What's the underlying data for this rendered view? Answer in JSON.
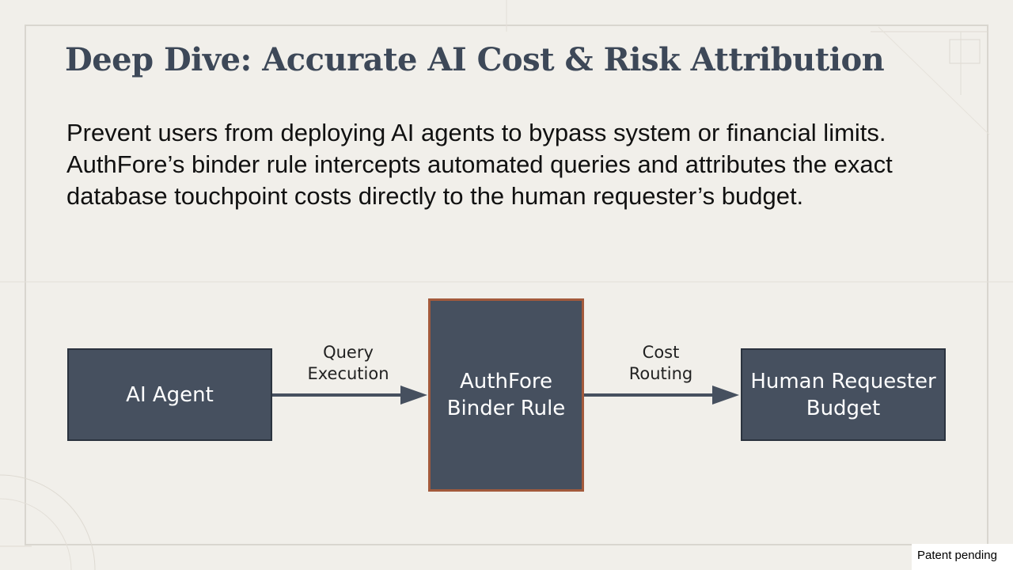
{
  "slide": {
    "title": "Deep Dive: Accurate AI Cost & Risk Attribution",
    "body_lines": [
      "Prevent users from deploying AI agents to bypass system or financial limits.",
      "AuthFore’s binder rule intercepts automated queries and attributes the exact",
      "database touchpoint costs directly to the human requester’s budget."
    ]
  },
  "diagram": {
    "nodes": [
      {
        "id": "ai-agent",
        "lines": [
          "AI Agent"
        ]
      },
      {
        "id": "binder-rule",
        "lines": [
          "AuthFore",
          "Binder Rule"
        ]
      },
      {
        "id": "budget",
        "lines": [
          "Human Requester",
          "Budget"
        ]
      }
    ],
    "edges": [
      {
        "from": "ai-agent",
        "to": "binder-rule",
        "label_lines": [
          "Query",
          "Execution"
        ]
      },
      {
        "from": "binder-rule",
        "to": "budget",
        "label_lines": [
          "Cost",
          "Routing"
        ]
      }
    ]
  },
  "footer": {
    "note": "Patent pending"
  },
  "colors": {
    "background": "#f1efea",
    "node_fill": "#46505f",
    "highlight_border": "#a35a3c",
    "title": "#3d4858"
  }
}
